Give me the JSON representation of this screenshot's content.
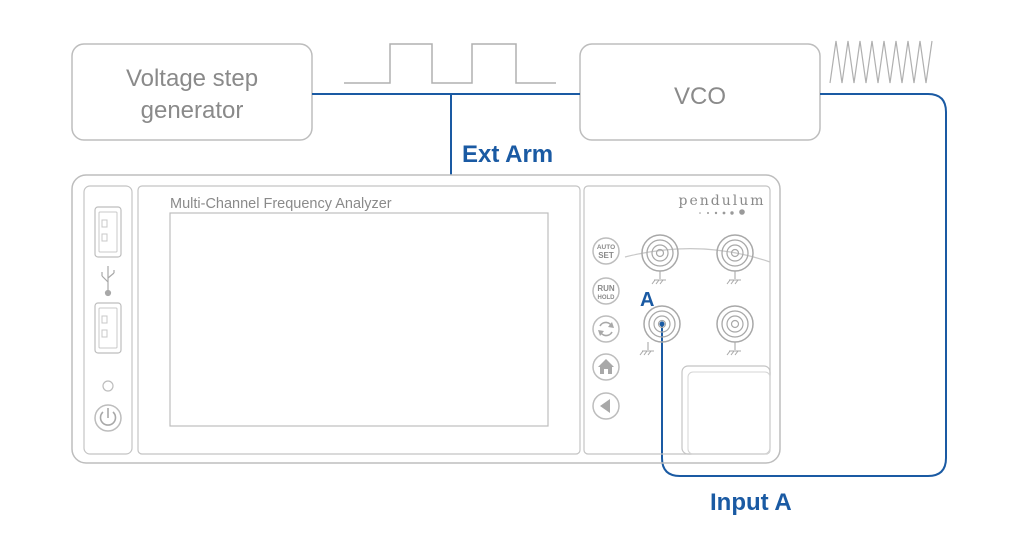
{
  "blocks": {
    "voltage_step_line1": "Voltage step",
    "voltage_step_line2": "generator",
    "vco": "VCO"
  },
  "labels": {
    "ext_arm": "Ext Arm",
    "input_a": "Input A",
    "channel_a": "A"
  },
  "instrument": {
    "screen_title": "Multi-Channel Frequency Analyzer",
    "brand": "pendulum",
    "auto_line1": "AUTO",
    "auto_line2": "SET",
    "run_line1": "RUN",
    "run_line2": "HOLD"
  },
  "colors": {
    "wire": "#1a5aa3",
    "outline": "#bdbdbd",
    "text_gray": "#8a8a8a"
  },
  "icons": [
    "usb-icon",
    "power-icon",
    "refresh-icon",
    "home-icon",
    "back-icon",
    "ground-icon"
  ]
}
